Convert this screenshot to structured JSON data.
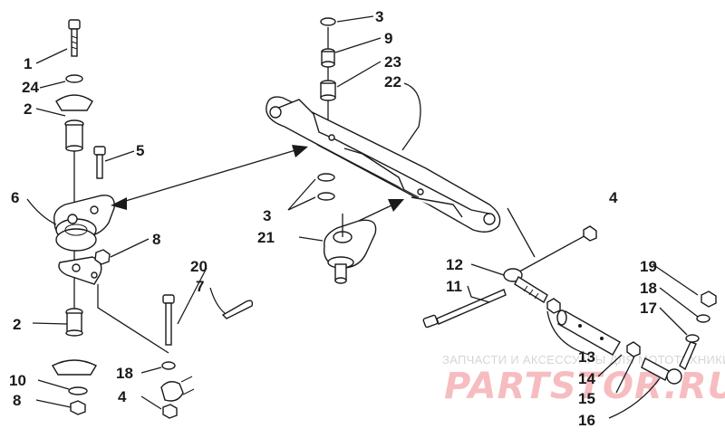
{
  "diagram": {
    "callouts": [
      "1",
      "24",
      "2",
      "5",
      "6",
      "8",
      "2",
      "10",
      "8",
      "3",
      "9",
      "23",
      "22",
      "3",
      "21",
      "20",
      "7",
      "18",
      "4",
      "4",
      "12",
      "11",
      "13",
      "14",
      "15",
      "16",
      "19",
      "18",
      "17"
    ]
  },
  "watermark": {
    "tagline": "ЗАПЧАСТИ И АКСЕССУАРЫ ДЛЯ МОТОТЕХНИКИ",
    "brand": "PARTSTOR.RU",
    "brand_color": "#e8505b"
  }
}
